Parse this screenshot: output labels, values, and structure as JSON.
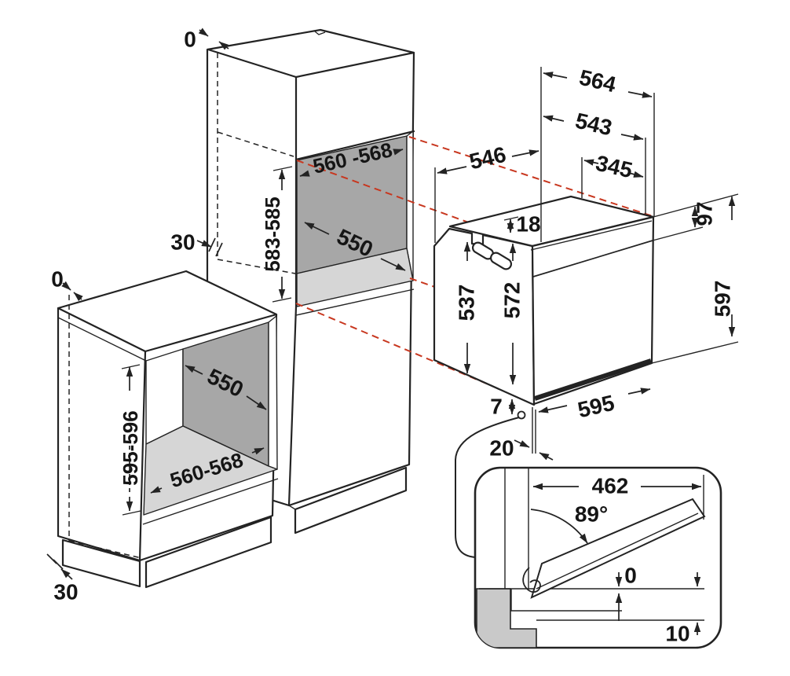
{
  "palette": {
    "line": "#232323",
    "niche_back": "#a7a7a7",
    "niche_shelf": "#d6d6d6",
    "detail_gray": "#c9c9c9",
    "projection_red": "#c8371f",
    "background": "#ffffff"
  },
  "tall_cabinet": {
    "top_gap": "0",
    "rear_gap": "30",
    "niche_width": "560 -568",
    "niche_height": "583-585",
    "niche_depth": "550"
  },
  "base_cabinet": {
    "top_gap": "0",
    "niche_height": "595-596",
    "niche_depth": "550",
    "niche_width": "560-568",
    "rear_gap": "30"
  },
  "oven": {
    "total_depth": "564",
    "body_depth": "543",
    "side_depth": "546",
    "top_rear_depth": "345",
    "top_recess": "18",
    "control_panel_height": "97",
    "rear_height": "537",
    "front_height": "572",
    "total_height": "597",
    "bottom_gap": "7",
    "width": "595",
    "cable_gap": "20"
  },
  "door_detail": {
    "door_reach": "462",
    "opening_angle": "89°",
    "zero_clearance": "0",
    "plinth_clearance": "10"
  }
}
